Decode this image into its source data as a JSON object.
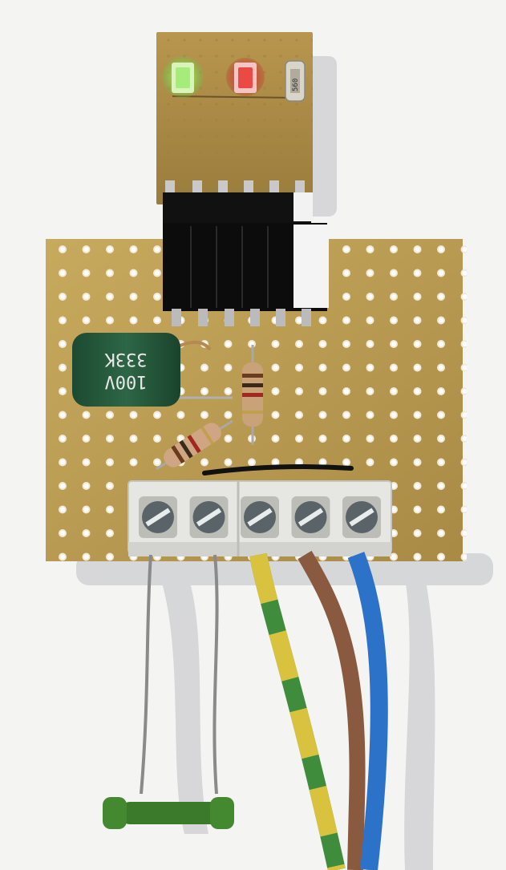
{
  "photo": {
    "background": "#f4f4f2",
    "board_color": "#b99b4e",
    "components": {
      "capacitor": {
        "line1": "100V",
        "line2": "333K",
        "color": "#24573b"
      },
      "led_green": {
        "color": "#7bdc4a"
      },
      "led_red": {
        "color": "#e0302a"
      },
      "smd_resistor": {
        "label": "560"
      },
      "terminal_block": {
        "screw_count": 5,
        "color": "#e6e6e3"
      },
      "wires": {
        "earth": {
          "colors": [
            "#d8c23e",
            "#3f8d3c"
          ]
        },
        "live": {
          "color": "#8a5a40"
        },
        "neutral": {
          "color": "#2c72c9"
        }
      },
      "thermistor": {
        "color": "#3a7a2a"
      }
    }
  }
}
